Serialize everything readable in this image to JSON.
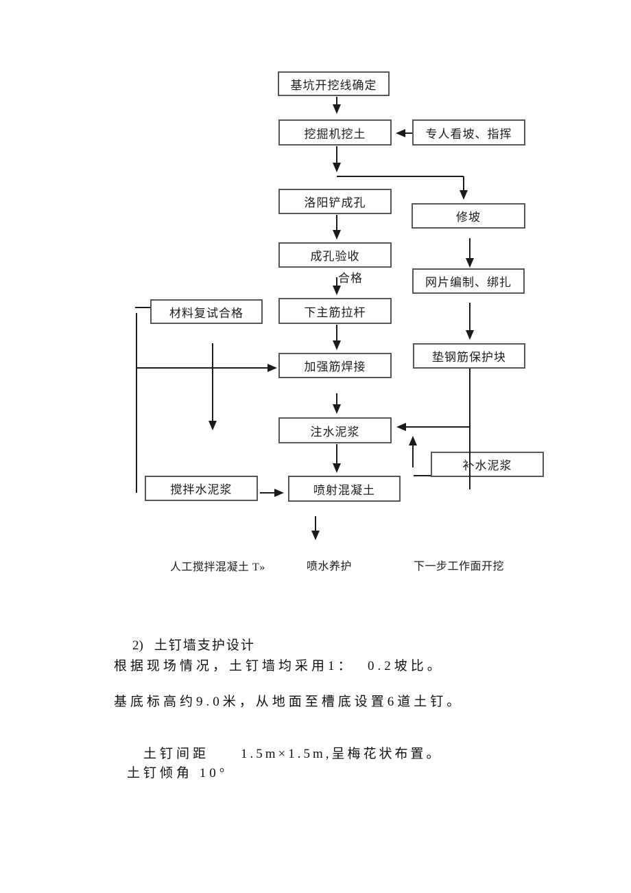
{
  "flowchart": {
    "boxes": [
      {
        "label": "基坑开挖线确定"
      },
      {
        "label": "挖掘机挖土"
      },
      {
        "label": "专人看坡、指挥"
      },
      {
        "label": "洛阳铲成孔"
      },
      {
        "label": "修坡"
      },
      {
        "label": "成孔验收"
      },
      {
        "label": "网片编制、绑扎"
      },
      {
        "label": "材料复试合格"
      },
      {
        "label": "下主筋拉杆"
      },
      {
        "label": "加强筋焊接"
      },
      {
        "label": "垫钢筋保护块"
      },
      {
        "label": "注水泥浆"
      },
      {
        "label": "补水泥浆"
      },
      {
        "label": "搅拌水泥浆"
      },
      {
        "label": "喷射混凝土"
      }
    ],
    "floating_labels": {
      "qualified": "合格",
      "manual_mix_concrete": "人工搅拌混凝土 T»",
      "water_spray_curing": "喷水养护",
      "next_work_face": "下一步工作面开挖"
    }
  },
  "section": {
    "heading_number": "2)",
    "heading_title": "土钉墙支护设计",
    "paragraphs": [
      {
        "text": "根据现场情况，土钉墙均采用1：  0.2坡比。"
      },
      {
        "text": "基底标高约9.0米，从地面至槽底设置6道土钉。"
      },
      {
        "label": "土钉间距",
        "value": "1.5m×1.5m,呈梅花状布置。"
      },
      {
        "text": "土钉倾角 10°"
      }
    ]
  },
  "colors": {
    "background": "#ffffff",
    "box_border": "#565656",
    "connector_line": "#1a1a1a",
    "text": "#111111"
  }
}
